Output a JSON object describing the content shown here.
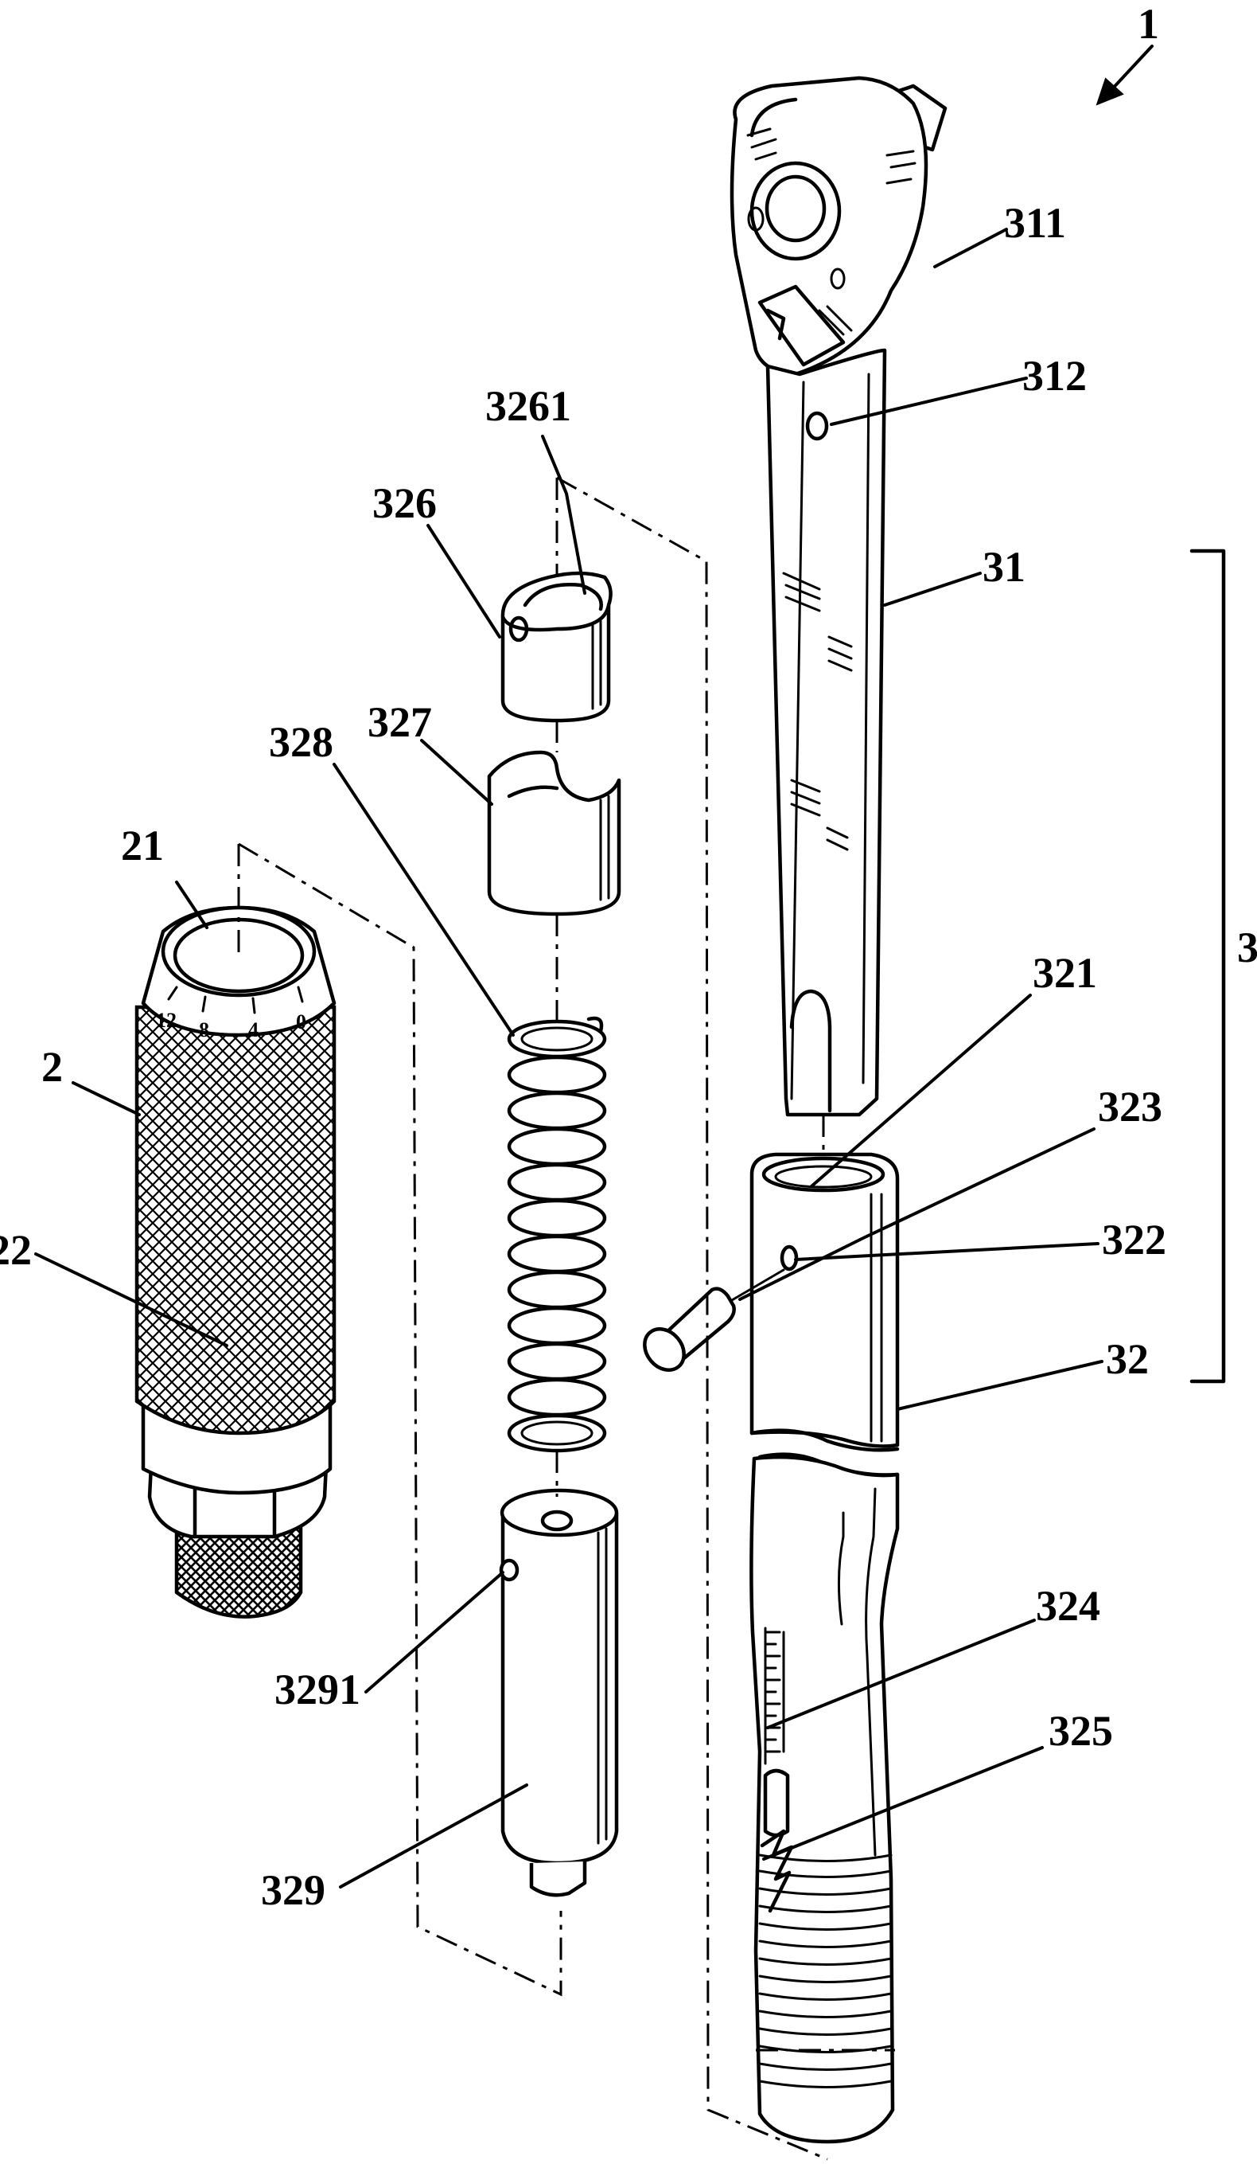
{
  "figure": {
    "labels": {
      "l1": "1",
      "l311": "311",
      "l312": "312",
      "l31": "31",
      "l3261": "3261",
      "l326": "326",
      "l327": "327",
      "l328": "328",
      "l21": "21",
      "l2": "2",
      "l22": "22",
      "l3": "3",
      "l321": "321",
      "l323": "323",
      "l322": "322",
      "l32": "32",
      "l324": "324",
      "l3291": "3291",
      "l325": "325",
      "l329": "329"
    },
    "dial_marks": [
      "12",
      "8",
      "4",
      "0"
    ]
  }
}
